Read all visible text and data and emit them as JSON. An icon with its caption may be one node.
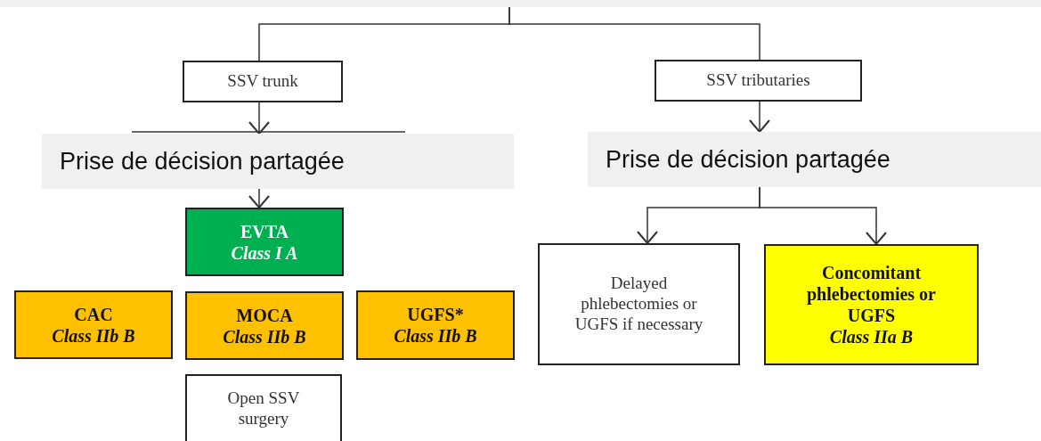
{
  "diagram": {
    "nodes": [
      {
        "text": [
          "SSV trunk"
        ]
      },
      {
        "text": [
          "SSV tributaries"
        ]
      },
      {
        "text": [
          "Prise de décision partagée"
        ]
      },
      {
        "text": [
          "Prise de décision partagée"
        ]
      },
      {
        "text": [
          "EVTA",
          "Class I A"
        ]
      },
      {
        "text": [
          "CAC",
          "Class IIb B"
        ]
      },
      {
        "text": [
          "MOCA",
          "Class IIb B"
        ]
      },
      {
        "text": [
          "UGFS*",
          "Class IIb B"
        ]
      },
      {
        "text": [
          "Open SSV surgery"
        ]
      },
      {
        "text": [
          "Delayed phlebectomies or UGFS if necessary"
        ]
      },
      {
        "text": [
          "Concomitant phlebectomies or UGFS",
          "Class IIa B"
        ]
      }
    ],
    "edges": [
      {
        "from": null,
        "to": 0,
        "arrow": "none"
      },
      {
        "from": null,
        "to": 1,
        "arrow": "none"
      },
      {
        "from": 0,
        "to": 2,
        "arrow": "to"
      },
      {
        "from": 1,
        "to": 3,
        "arrow": "to"
      },
      {
        "from": 2,
        "to": 4,
        "arrow": "to"
      },
      {
        "from": 3,
        "to": 9,
        "arrow": "to"
      },
      {
        "from": 3,
        "to": 10,
        "arrow": "to"
      }
    ]
  }
}
